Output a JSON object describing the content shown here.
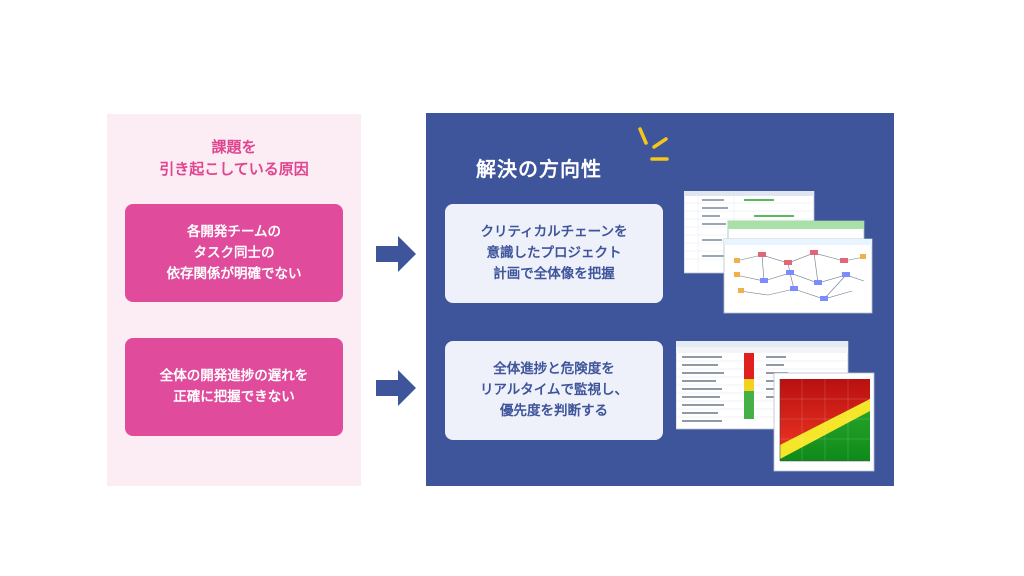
{
  "left": {
    "title_lines": [
      "課題を",
      "引き起こしている原因"
    ],
    "cards": [
      {
        "lines": [
          "各開発チームの",
          "タスク同士の",
          "依存関係が明確でない"
        ]
      },
      {
        "lines": [
          "全体の開発進捗の遅れを",
          "正確に把握できない"
        ]
      }
    ]
  },
  "right": {
    "title": "解決の方向性",
    "cards": [
      {
        "lines": [
          "クリティカルチェーンを",
          "意識したプロジェクト",
          "計画で全体像を把握"
        ]
      },
      {
        "lines": [
          "全体進捗と危険度を",
          "リアルタイムで監視し、",
          "優先度を判断する"
        ]
      }
    ]
  },
  "colors": {
    "pink": "#e04b9b",
    "pink_bg": "#fcedf5",
    "navy": "#3f559b",
    "accent_yellow": "#f5c518"
  },
  "icons": {
    "arrow": "right-arrow-icon",
    "spark": "spark-icon"
  }
}
